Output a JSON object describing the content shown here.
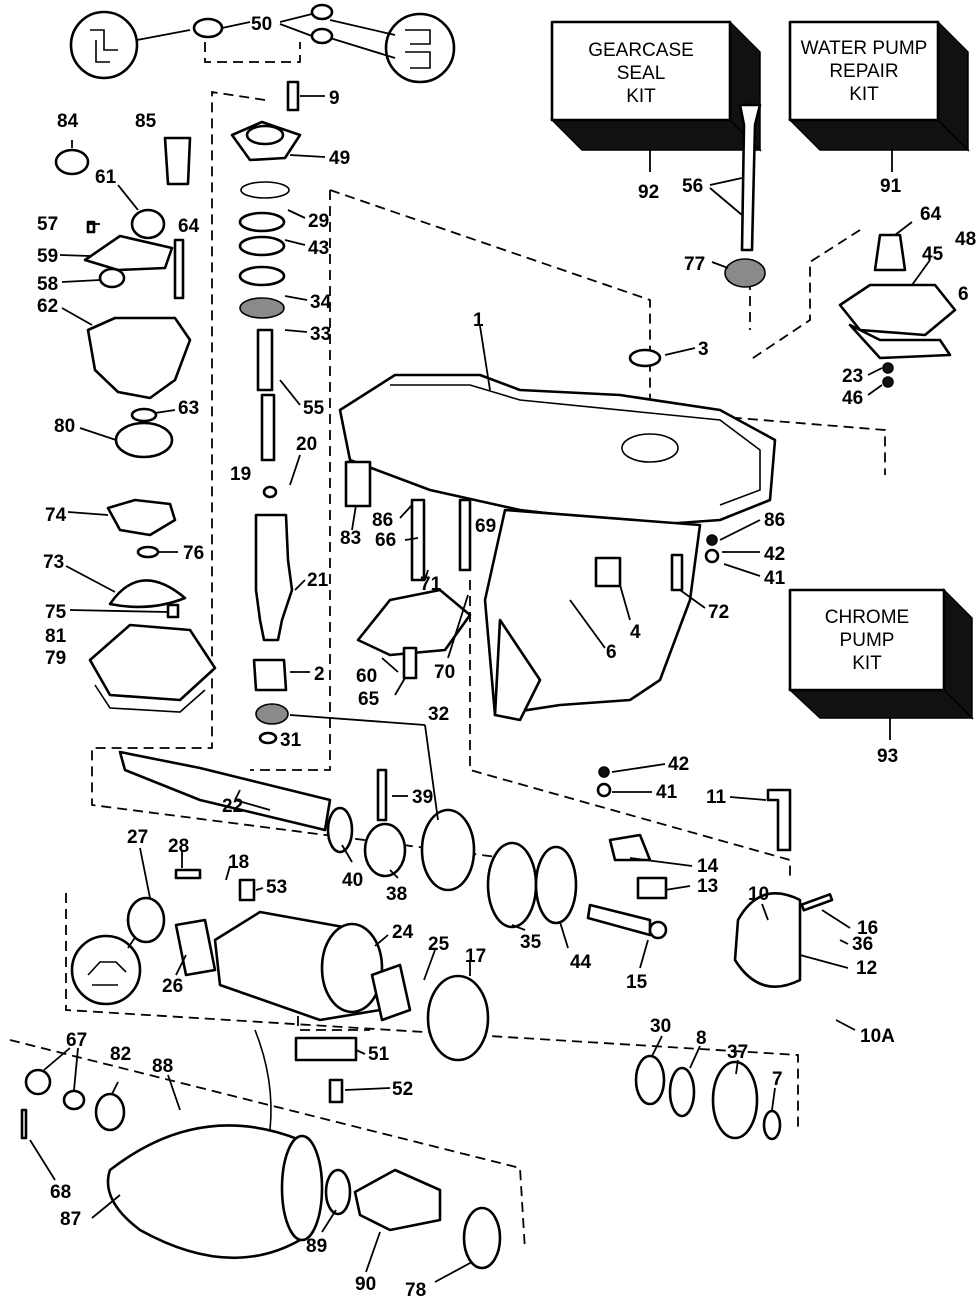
{
  "kits": [
    {
      "id": "gearcase",
      "lines": [
        "GEARCASE",
        "SEAL",
        "KIT"
      ],
      "ref": "92"
    },
    {
      "id": "water-pump",
      "lines": [
        "WATER PUMP",
        "REPAIR",
        "KIT"
      ],
      "ref": "91"
    },
    {
      "id": "chrome-pump",
      "lines": [
        "CHROME",
        "PUMP",
        "KIT"
      ],
      "ref": "93"
    }
  ],
  "callouts": [
    "50",
    "9",
    "49",
    "29",
    "43",
    "34",
    "33",
    "55",
    "20",
    "19",
    "21",
    "2",
    "32",
    "31",
    "84",
    "85",
    "61",
    "57",
    "64",
    "59",
    "58",
    "62",
    "63",
    "80",
    "74",
    "76",
    "73",
    "75",
    "81",
    "79",
    "1",
    "3",
    "56",
    "77",
    "64",
    "45",
    "48",
    "6",
    "23",
    "46",
    "83",
    "86",
    "66",
    "69",
    "71",
    "60",
    "65",
    "70",
    "4",
    "6",
    "86",
    "42",
    "41",
    "72",
    "42",
    "41",
    "11",
    "39",
    "22",
    "40",
    "38",
    "27",
    "28",
    "18",
    "53",
    "24",
    "25",
    "17",
    "26",
    "35",
    "44",
    "14",
    "13",
    "15",
    "10",
    "16",
    "36",
    "12",
    "10A",
    "51",
    "52",
    "30",
    "8",
    "37",
    "7",
    "67",
    "82",
    "88",
    "68",
    "87",
    "89",
    "90",
    "78"
  ]
}
